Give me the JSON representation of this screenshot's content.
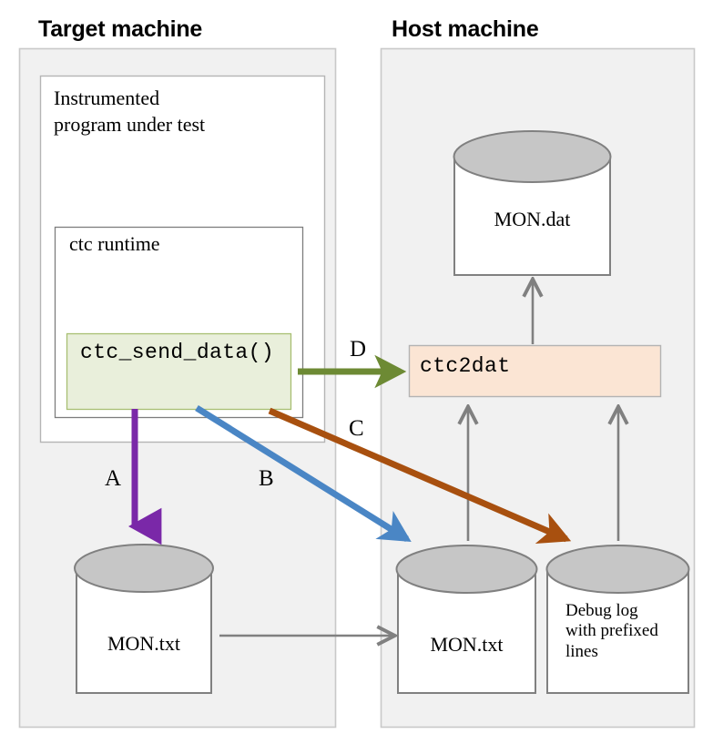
{
  "diagram": {
    "title_target": "Target machine",
    "title_host": "Host machine",
    "colors": {
      "panel_fill": "#f1f1f1",
      "panel_stroke": "#c9c9c9",
      "box_stroke": "#808080",
      "cylinder_top_fill": "#c6c6c6",
      "cylinder_body_fill": "#ffffff",
      "send_data_fill": "#e9efdb",
      "send_data_stroke": "#a8bf72",
      "ctc2dat_fill": "#fbe5d4",
      "ctc2dat_stroke": "#b3b3b3",
      "arrow_gray": "#808080",
      "arrow_a_purple": "#7a28a8",
      "arrow_b_blue": "#4a86c5",
      "arrow_c_brown": "#a8500f",
      "arrow_d_green": "#6d8a34"
    }
  },
  "target_panel": {
    "program_box_label": "Instrumented\nprogram under test",
    "runtime_box_label": "ctc runtime",
    "send_data_label": "ctc_send_data()",
    "cylinder_label": "MON.txt"
  },
  "host_panel": {
    "mon_dat_label": "MON.dat",
    "ctc2dat_label": "ctc2dat",
    "mon_txt_label": "MON.txt",
    "debug_log_label": "Debug log\nwith prefixed\nlines"
  },
  "arrows": [
    {
      "id": "A",
      "label": "A",
      "color": "#7a28a8",
      "from": "ctc_send_data()",
      "to": "target MON.txt"
    },
    {
      "id": "B",
      "label": "B",
      "color": "#4a86c5",
      "from": "ctc_send_data()",
      "to": "host MON.txt"
    },
    {
      "id": "C",
      "label": "C",
      "color": "#a8500f",
      "from": "ctc_send_data()",
      "to": "Debug log with prefixed lines"
    },
    {
      "id": "D",
      "label": "D",
      "color": "#6d8a34",
      "from": "ctc_send_data()",
      "to": "ctc2dat"
    }
  ]
}
